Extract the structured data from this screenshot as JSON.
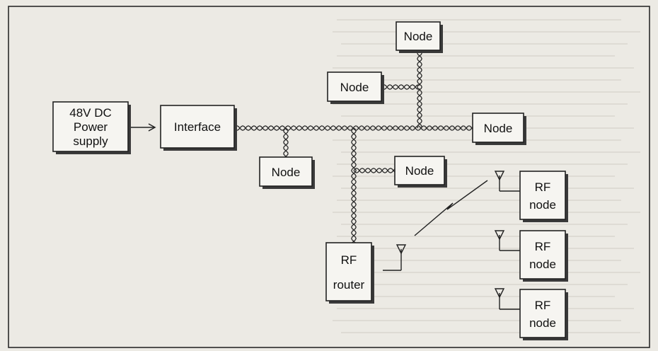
{
  "power_supply": {
    "line1": "48V DC",
    "line2": "Power",
    "line3": "supply"
  },
  "interface": {
    "label": "Interface"
  },
  "node_label": "Node",
  "rf_router": {
    "line1": "RF",
    "line2": "router"
  },
  "rf_node": {
    "line1": "RF",
    "line2": "node"
  },
  "colors": {
    "line": "#2a2a2a",
    "box_fill": "#f6f5f1",
    "paper": "#eceae4"
  }
}
